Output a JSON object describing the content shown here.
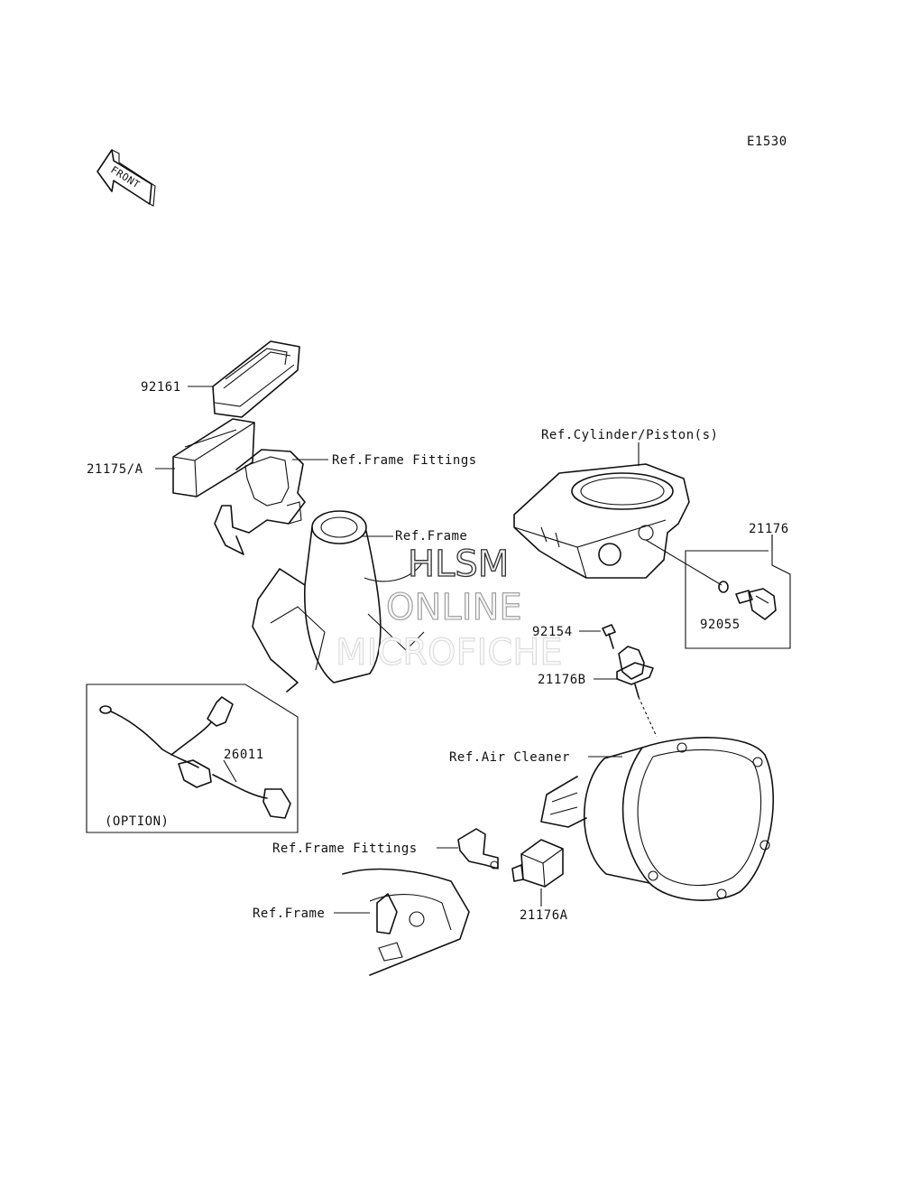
{
  "diagram_code": "E1530",
  "front_arrow_label": "FRONT",
  "labels": {
    "p92161": "92161",
    "p21175A": "21175/A",
    "ref_frame_fittings_top": "Ref.Frame Fittings",
    "ref_frame_top": "Ref.Frame",
    "ref_cylinder_piston": "Ref.Cylinder/Piston(s)",
    "p21176": "21176",
    "p92055": "92055",
    "p92154": "92154",
    "p21176B": "21176B",
    "p26011": "26011",
    "option": "(OPTION)",
    "ref_air_cleaner": "Ref.Air Cleaner",
    "ref_frame_fittings_bottom": "Ref.Frame Fittings",
    "ref_frame_bottom": "Ref.Frame",
    "p21176A": "21176A"
  },
  "watermark": {
    "line1": "HLSM",
    "line2": "ONLINE",
    "line3": "MICROFICHE"
  }
}
